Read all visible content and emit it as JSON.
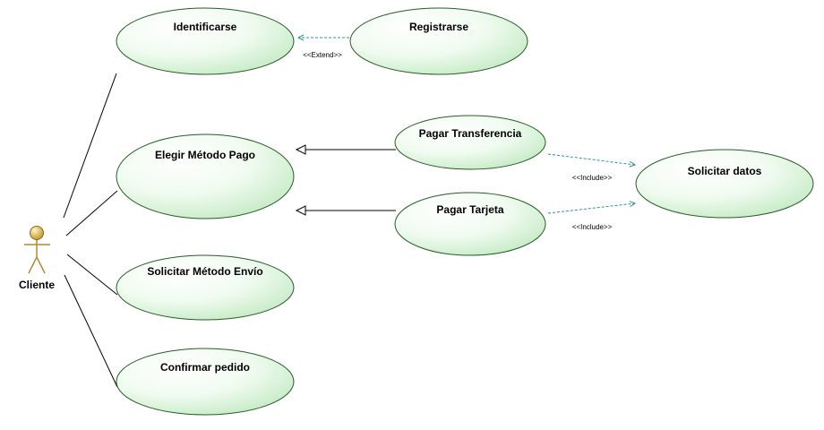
{
  "actor": {
    "name": "Cliente"
  },
  "use_cases": {
    "identificarse": "Identificarse",
    "registrarse": "Registrarse",
    "elegir_metodo_pago": "Elegir Método Pago",
    "pagar_transferencia": "Pagar Transferencia",
    "pagar_tarjeta": "Pagar Tarjeta",
    "solicitar_datos": "Solicitar datos",
    "solicitar_metodo_envio": "Solicitar Método Envío",
    "confirmar_pedido": "Confirmar pedido"
  },
  "relations": {
    "extend_label": "<<Extend>>",
    "include_transferencia_label": "<<Include>>",
    "include_tarjeta_label": "<<Include>>"
  },
  "colors": {
    "usecase_fill_light": "#ffffff",
    "usecase_fill_dark": "#c8ecc8",
    "usecase_stroke": "#2a5a2a",
    "dependency_line": "#2f8fa0",
    "actor_head": "#d8b84a",
    "actor_body": "#c8a848"
  }
}
